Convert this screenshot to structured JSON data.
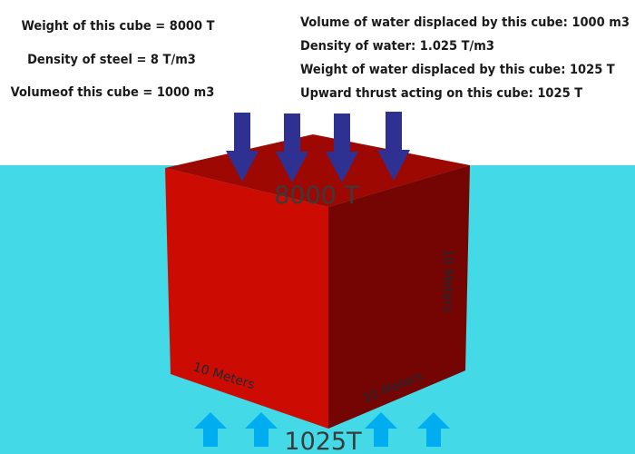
{
  "left_info": [
    "Weight of this cube = 8000 T",
    "Density of steel = 8 T/m3",
    "Volumeof this cube = 1000 m3"
  ],
  "right_info": [
    "Volume of water displaced by this cube: 1000 m3",
    "Density of water: 1.025 T/m3",
    "Weight of water displaced by this cube: 1025 T",
    "Upward thrust acting on this cube: 1025 T"
  ],
  "labels": {
    "down_force": "8000 T",
    "up_force": "1025T",
    "edge_front": "10 Meters",
    "edge_right_bottom": "10 Meters",
    "edge_right_vertical": "10 Meters"
  },
  "colors": {
    "water": "#44d9e6",
    "cube_front": "#cc0b02",
    "cube_side": "#740502",
    "cube_top": "#9e0802",
    "down_arrow": "#2e3192",
    "up_arrow": "#00aeef"
  }
}
